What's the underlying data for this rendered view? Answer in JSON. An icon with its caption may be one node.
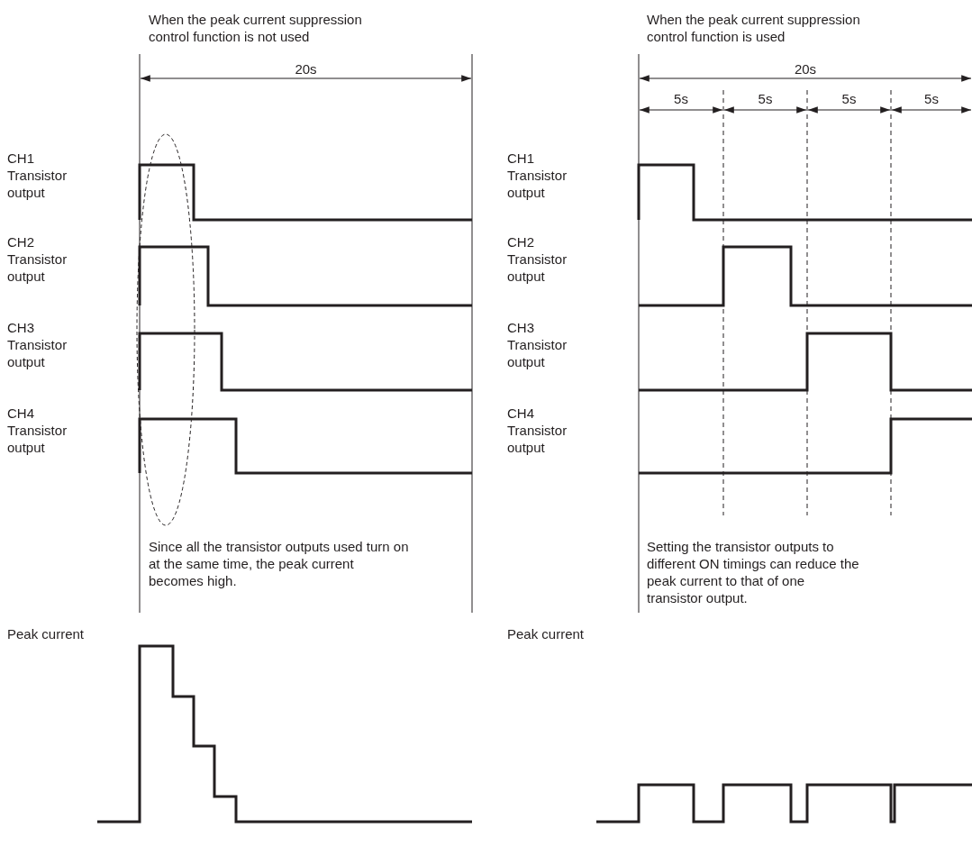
{
  "diagram": {
    "nodes": [
      {
        "text": [],
        "shape": "ellipse"
      }
    ],
    "labels": [
      "When the peak current suppression control function is not used",
      "When the peak current suppression control function is used",
      "20s",
      "20s",
      "5s",
      "5s",
      "5s",
      "5s",
      "CH1 Transistor output",
      "CH1 Transistor output",
      "CH2 Transistor output",
      "CH2 Transistor output",
      "CH3 Transistor output",
      "CH3 Transistor output",
      "CH4 Transistor output",
      "CH4 Transistor output",
      "Since all the transistor outputs used turn on at the same time, the peak current becomes high.",
      "Setting the transistor outputs to different ON timings can reduce the peak current to that of one transistor output.",
      "Peak current",
      "Peak current"
    ]
  }
}
